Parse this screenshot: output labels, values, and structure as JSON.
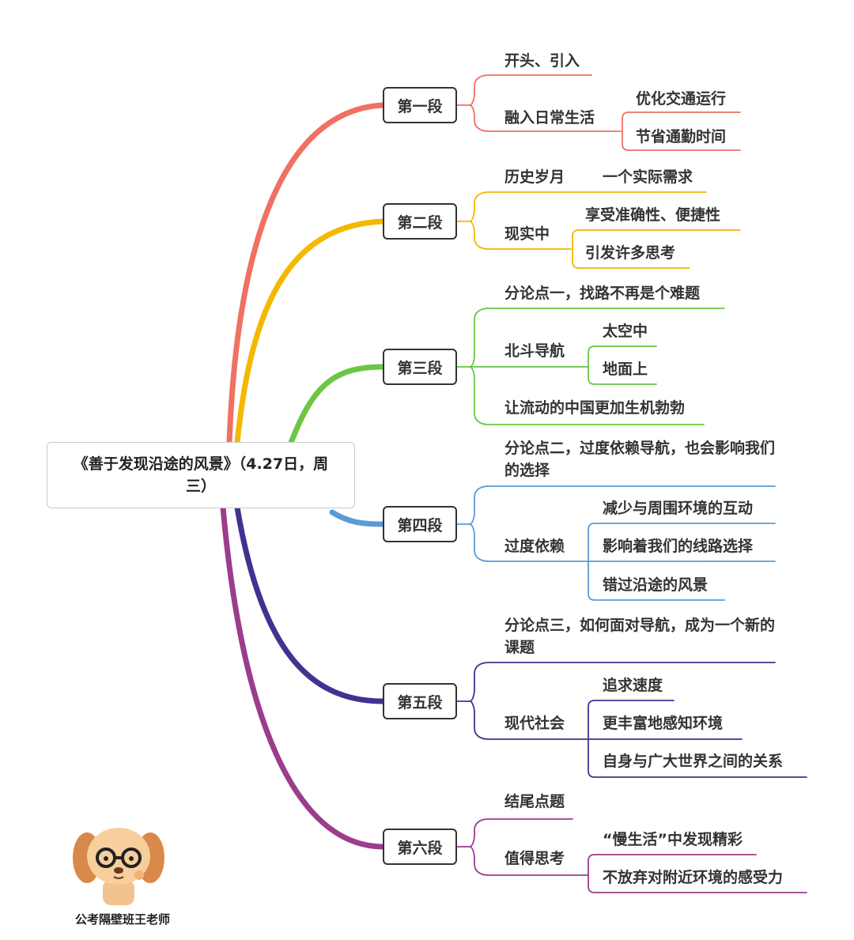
{
  "root": {
    "title": "《善于发现沿途的风景》（4.27日，周三）",
    "color": "#c9c9c9"
  },
  "sections": [
    {
      "label": "第一段",
      "color": "#f07062",
      "children": [
        {
          "text": "开头、引入"
        },
        {
          "text": "融入日常生活",
          "children": [
            "优化交通运行",
            "节省通勤时间"
          ]
        }
      ]
    },
    {
      "label": "第二段",
      "color": "#f5b800",
      "children": [
        {
          "text": "历史岁月",
          "extra": "一个实际需求"
        },
        {
          "text": "现实中",
          "children": [
            "享受准确性、便捷性",
            "引发许多思考"
          ]
        }
      ]
    },
    {
      "label": "第三段",
      "color": "#6cc644",
      "children": [
        {
          "text": "分论点一，找路不再是个难题"
        },
        {
          "text": "北斗导航",
          "children": [
            "太空中",
            "地面上"
          ]
        },
        {
          "text": "让流动的中国更加生机勃勃"
        }
      ]
    },
    {
      "label": "第四段",
      "color": "#5b9bd5",
      "children": [
        {
          "text": "分论点二，过度依赖导航，也会影响我们的选择"
        },
        {
          "text": "过度依赖",
          "children": [
            "减少与周围环境的互动",
            "影响着我们的线路选择",
            "错过沿途的风景"
          ]
        }
      ]
    },
    {
      "label": "第五段",
      "color": "#3e3490",
      "children": [
        {
          "text": "分论点三，如何面对导航，成为一个新的课题"
        },
        {
          "text": "现代社会",
          "children": [
            "追求速度",
            "更丰富地感知环境",
            "自身与广大世界之间的关系"
          ]
        }
      ]
    },
    {
      "label": "第六段",
      "color": "#9b3d8c",
      "children": [
        {
          "text": "结尾点题"
        },
        {
          "text": "值得思考",
          "children": [
            "“慢生活”中发现精彩",
            "不放弃对附近环境的感受力"
          ]
        }
      ]
    }
  ],
  "footer": {
    "text": "公考隔壁班王老师",
    "mascot_icon": "cartoon-dog-with-glasses-icon"
  }
}
